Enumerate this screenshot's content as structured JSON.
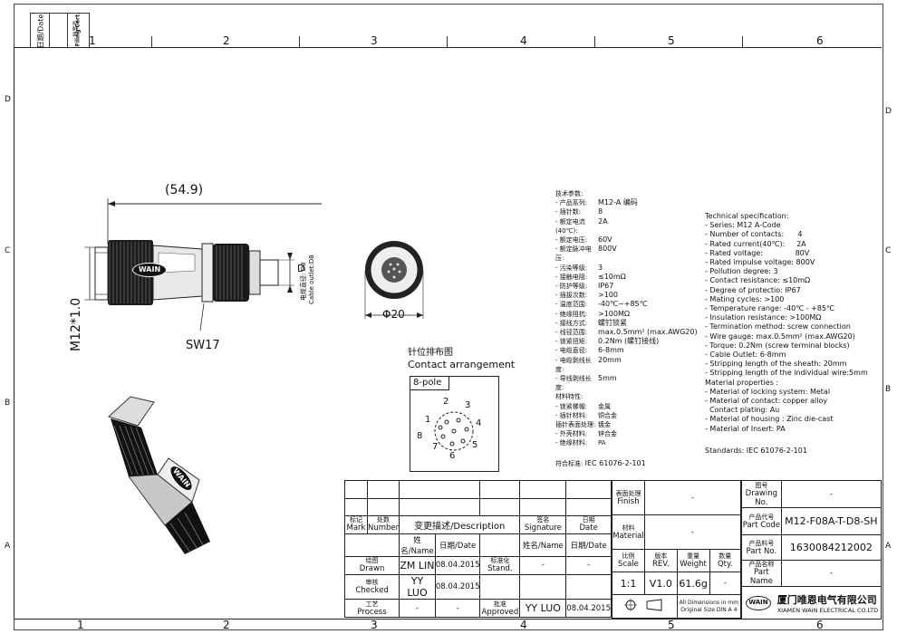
{
  "filing": {
    "date_label": "日期/Date",
    "filing_cert_zh": "档案员",
    "filing_cert_en": "Filing Cert."
  },
  "zones": {
    "top": [
      "1",
      "2",
      "3",
      "4",
      "5",
      "6"
    ],
    "bottom": [
      "1",
      "2",
      "3",
      "4",
      "5",
      "6"
    ],
    "left": [
      "D",
      "C",
      "B",
      "A"
    ],
    "right": [
      "D",
      "C",
      "B",
      "A"
    ]
  },
  "drawing": {
    "length_dim": "(54.9)",
    "thread_dim": "M12*1.0",
    "wrench": "SW17",
    "cable_dim": "D",
    "cable_note_zh": "电缆直径: D8",
    "cable_note_en": "Cable outlet:D8",
    "brand_logo": "WAIN",
    "face_dia": "Φ20",
    "contact_title_zh": "针位排布图",
    "contact_title_en": "Contact arrangement",
    "pole_label": "8-pole",
    "pins": [
      "1",
      "2",
      "3",
      "4",
      "5",
      "6",
      "7",
      "8"
    ]
  },
  "spec_zh": {
    "title": "技术参数:",
    "lines": [
      {
        "k": "- 产品系列:",
        "v": "M12-A 编码"
      },
      {
        "k": "- 插针数:",
        "v": "8"
      },
      {
        "k": "- 额定电流(40℃):",
        "v": "2A"
      },
      {
        "k": "- 额定电压:",
        "v": "60V"
      },
      {
        "k": "- 额定脉冲电压:",
        "v": "800V"
      },
      {
        "k": "- 污染等级:",
        "v": "3"
      },
      {
        "k": "- 接触电阻:",
        "v": "≤10mΩ"
      },
      {
        "k": "- 防护等级:",
        "v": "IP67"
      },
      {
        "k": "- 插拔次数:",
        "v": ">100"
      },
      {
        "k": "- 温度范围:",
        "v": "-40℃~+85℃"
      },
      {
        "k": "- 绝缘阻抗:",
        "v": ">100MΩ"
      },
      {
        "k": "- 接线方式:",
        "v": "螺钉锁紧"
      },
      {
        "k": "- 线径范围:",
        "v": "max.0.5mm² (max.AWG20)"
      },
      {
        "k": "- 锁紧扭矩:",
        "v": "0.2Nm (螺钉接线)"
      },
      {
        "k": "- 电缆直径:",
        "v": "6-8mm"
      },
      {
        "k": "- 电缆剥线长度:",
        "v": "20mm"
      },
      {
        "k": "- 导线剥线长度:",
        "v": "5mm"
      }
    ],
    "material_title": "材料特性:",
    "materials": [
      {
        "k": "- 锁紧螺帽:",
        "v": "金属"
      },
      {
        "k": "- 插针材料:",
        "v": "铜合金"
      },
      {
        "k": "  插针表面处理:",
        "v": "镀金"
      },
      {
        "k": "- 外壳材料:",
        "v": "锌合金"
      },
      {
        "k": "- 绝缘材料:",
        "v": "PA"
      }
    ],
    "standard_k": "符合标准:",
    "standard_v": "IEC 61076-2-101"
  },
  "spec_en": {
    "title": "Technical specification:",
    "lines": [
      "- Series: M12 A-Code",
      "- Number of contacts:      4",
      "- Rated current(40℃):     2A",
      "- Rated voltage:              80V",
      "- Rated impulse voltage: 800V",
      "- Pollution degree: 3",
      "- Contact resistance: ≤10mΩ",
      "- Degree of protectio: IP67",
      "- Mating cycles: >100",
      "- Temperature range: -40℃ - +85℃",
      "- Insulation resistance: >100MΩ",
      "- Termination method: screw connection",
      "- Wire gauge: max.0.5mm² (max.AWG20)",
      "- Torque: 0.2Nm (screw terminal blocks)",
      "- Cable Outlet: 6-8mm",
      "- Stripping length of the sheath: 20mm",
      "- Stripping length of the individual wire:5mm",
      "Material properties :",
      "- Material of locking system: Metal",
      "- Material of contact: copper alloy",
      "  Contact plating: Au",
      "- Material of housing : Zinc die-cast",
      "- Material of Insert: PA"
    ],
    "standard": "Standards: IEC 61076-2-101"
  },
  "title_block": {
    "mark_zh": "标记",
    "mark_en": "Mark",
    "number_zh": "处数",
    "number_en": "Number",
    "desc_zh": "变更描述",
    "desc_en": "/Description",
    "sig_zh": "签名",
    "sig_en": "Signature",
    "date_zh": "日期",
    "date_en": "Date",
    "name_hdr": "姓名/Name",
    "date_hdr": "日期/Date",
    "drawn_zh": "绘图",
    "drawn_en": "Drawn",
    "checked_zh": "审核",
    "checked_en": "Checked",
    "process_zh": "工艺",
    "process_en": "Process",
    "stand_zh": "标准化",
    "stand_en": "Stand.",
    "approved_zh": "批准",
    "approved_en": "Approved",
    "drawn_name": "ZM LIN",
    "drawn_date": "08.04.2015",
    "checked_name": "YY LUO",
    "checked_date": "08.04.2015",
    "process_name": "-",
    "process_date": "-",
    "stand_name": "-",
    "stand_date": "-",
    "approved_name": "YY LUO",
    "approved_date": "08.04.2015",
    "finish_zh": "表面处理",
    "finish_en": "Finish",
    "finish_val": "-",
    "material_zh": "材料",
    "material_en": "Material",
    "material_val": "-",
    "scale_zh": "比例",
    "scale_en": "Scale",
    "scale_val": "1:1",
    "rev_zh": "版本",
    "rev_en": "REV.",
    "rev_val": "V1.0",
    "weight_zh": "重量",
    "weight_en": "Weight",
    "weight_val": "61.6g",
    "qty_zh": "数量",
    "qty_en": "Qty.",
    "qty_val": "-",
    "dims_note1": "All Dimensions in mm",
    "dims_note2": "Original Size DIN A 4",
    "drawing_no_zh": "图号",
    "drawing_no_en": "Drawing No.",
    "drawing_no_val": "-",
    "product_code_zh": "产品代号",
    "product_code_en": "Part Code",
    "product_code_val": "M12-F08A-T-D8-SH",
    "part_no_zh": "产品料号",
    "part_no_en": "Part No.",
    "part_no_val": "1630084212002",
    "part_name_zh": "产品名称",
    "part_name_en": "Part Name",
    "part_name_val": "-",
    "company_zh": "厦门唯恩电气有限公司",
    "company_en": "XIAMEN WAIN ELECTRICAL CO.LTD",
    "logo": "WAIN"
  }
}
